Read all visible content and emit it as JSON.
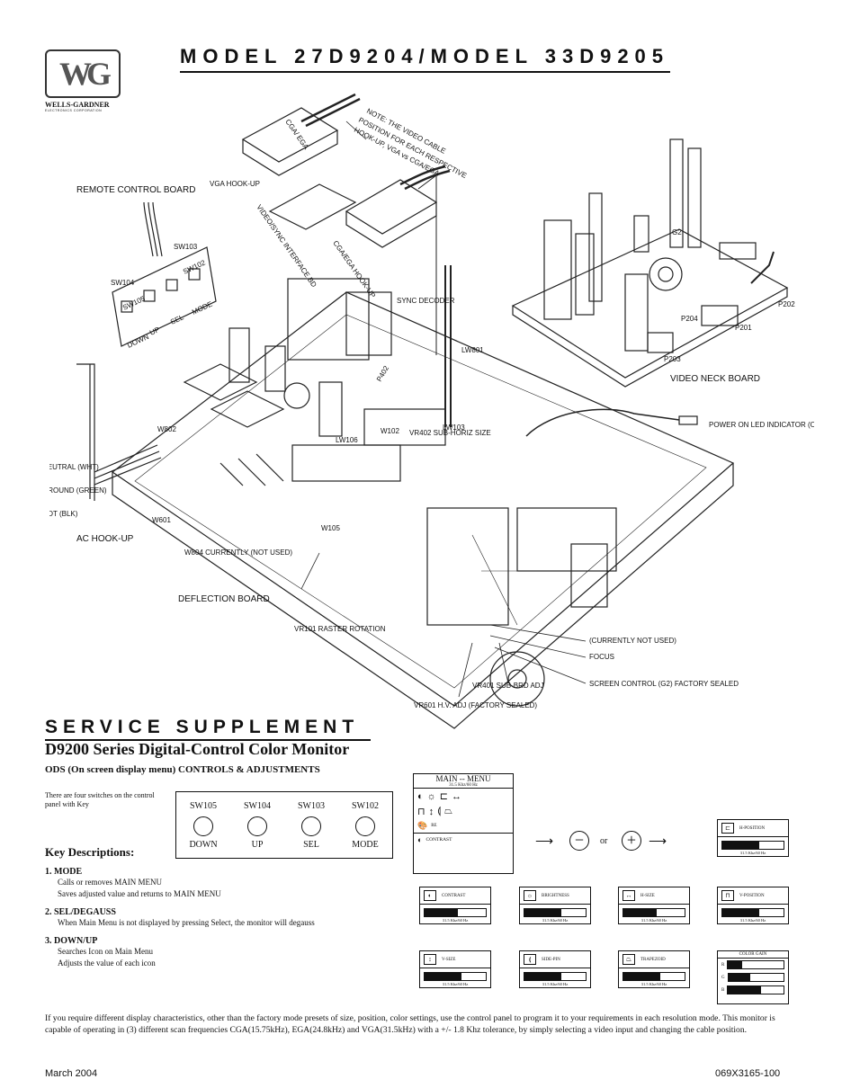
{
  "header": {
    "logo_initials": "WG",
    "logo_name": "WELLS-GARDNER",
    "logo_sub": "ELECTRONICS CORPORATION",
    "title": "MODEL 27D9204/MODEL 33D9205"
  },
  "diagram_labels": {
    "note_video_cable": [
      "NOTE: THE VIDEO CABLE",
      "POSITION FOR EACH RESPECTIVE",
      "HOOK-UP, VGA vs CGA/EGA"
    ],
    "cga_ega_top": "CGA/ EGA",
    "vga_hookup": "VGA HOOK-UP",
    "video_sync_interface": "VIDEO/SYNC INTERFACE BD",
    "cga_ega_hookup": "CGA/EGA HOOK-UP",
    "remote_control_board": "REMOTE CONTROL BOARD",
    "sw104": "SW104",
    "sw103": "SW103",
    "sw105": "SW105",
    "sw102": "SW102",
    "down": "DOWN",
    "up": "UP",
    "sel": "SEL",
    "mode": "MODE",
    "sync_decoder": "SYNC DECODER",
    "p402": "P402",
    "lw801": "LW801",
    "lw103": "LW103",
    "lw106": "LW106",
    "w102": "W102",
    "vr402": "VR402 SUB-HORIZ SIZE",
    "w802": "W802",
    "neutral": "NEUTRAL (WHT)",
    "ground": "GROUND (GREEN)",
    "hot": "HOT (BLK)",
    "w601": "W601",
    "ac_hookup": "AC HOOK-UP",
    "w804": "W804 CURRENTLY (NOT USED)",
    "deflection_board": "DEFLECTION BOARD",
    "w105": "W105",
    "vr101": "VR101 RASTER ROTATION",
    "vr601": "VR601 H.V. ADJ (FACTORY SEALED)",
    "vr401": "VR401 SUB-BRD ADJ",
    "currently_not_used": "(CURRENTLY NOT USED)",
    "focus": "FOCUS",
    "screen_control": "SCREEN CONTROL (G2) FACTORY SEALED",
    "g2": "G2",
    "p204": "P204",
    "p202": "P202",
    "p201": "P201",
    "p203": "P203",
    "video_neck_board": "VIDEO NECK BOARD",
    "power_led": "POWER ON LED INDICATOR (OPTIONAL)"
  },
  "supplement": {
    "title": "SERVICE SUPPLEMENT",
    "subtitle": "D9200 Series Digital-Control Color Monitor",
    "ods": "ODS (On screen display menu) CONTROLS & ADJUSTMENTS",
    "switch_intro": "There are four switches on the control panel with Key",
    "switches": [
      {
        "name": "SW105",
        "label": "DOWN"
      },
      {
        "name": "SW104",
        "label": "UP"
      },
      {
        "name": "SW103",
        "label": "SEL"
      },
      {
        "name": "SW102",
        "label": "MODE"
      }
    ],
    "key_heading": "Key Descriptions:",
    "keys": [
      {
        "title": "1. MODE",
        "lines": [
          "Calls or removes MAIN MENU",
          "Saves adjusted value and returns to MAIN MENU"
        ]
      },
      {
        "title": "2. SEL/DEGAUSS",
        "lines": [
          "When Main Menu is not displayed by pressing Select, the monitor will degauss"
        ]
      },
      {
        "title": "3. DOWN/UP",
        "lines": [
          "Searches Icon on Main Menu",
          "Adjusts the value of each icon"
        ]
      }
    ]
  },
  "osd": {
    "main_menu_title": "MAIN -- MENU",
    "main_menu_freq": "31.5 Khz/60 Hz",
    "main_menu_re": "RE",
    "main_menu_contrast": "CONTRAST",
    "or": "or",
    "freq": "31.5 Khz/60 Hz",
    "panels": [
      {
        "label": "H-POSITION",
        "icon": "h-position-icon",
        "glyph": "⊏",
        "level": 0.6
      },
      {
        "label": "CONTRAST",
        "icon": "contrast-icon",
        "glyph": "◐",
        "level": 0.55
      },
      {
        "label": "BRIGHTNESS",
        "icon": "brightness-icon",
        "glyph": "☼",
        "level": 0.6
      },
      {
        "label": "H-SIZE",
        "icon": "h-size-icon",
        "glyph": "↔",
        "level": 0.55
      },
      {
        "label": "V-POSITION",
        "icon": "v-position-icon",
        "glyph": "⊓",
        "level": 0.6
      },
      {
        "label": "V-SIZE",
        "icon": "v-size-icon",
        "glyph": "↕",
        "level": 0.6
      },
      {
        "label": "SIDE-PIN",
        "icon": "side-pin-icon",
        "glyph": "⟬",
        "level": 0.6
      },
      {
        "label": "TRAPEZOID",
        "icon": "trapezoid-icon",
        "glyph": "⏢",
        "level": 0.6
      }
    ],
    "color_gain_title": "COLOR GAIN",
    "gains": [
      {
        "ch": "R",
        "level": 0.25
      },
      {
        "ch": "G",
        "level": 0.4
      },
      {
        "ch": "B",
        "level": 0.6
      }
    ]
  },
  "bottom_text": "If you require different display characteristics, other than the factory mode presets of size, position, color settings, use the control panel to program it to your requirements in each resolution mode. This monitor is capable of operating in (3) different scan frequencies CGA(15.75kHz), EGA(24.8kHz) and VGA(31.5kHz) with a +/- 1.8 Khz tolerance, by simply selecting a video input and changing the cable position.",
  "footer": {
    "date": "March 2004",
    "code": "069X3165-100"
  }
}
